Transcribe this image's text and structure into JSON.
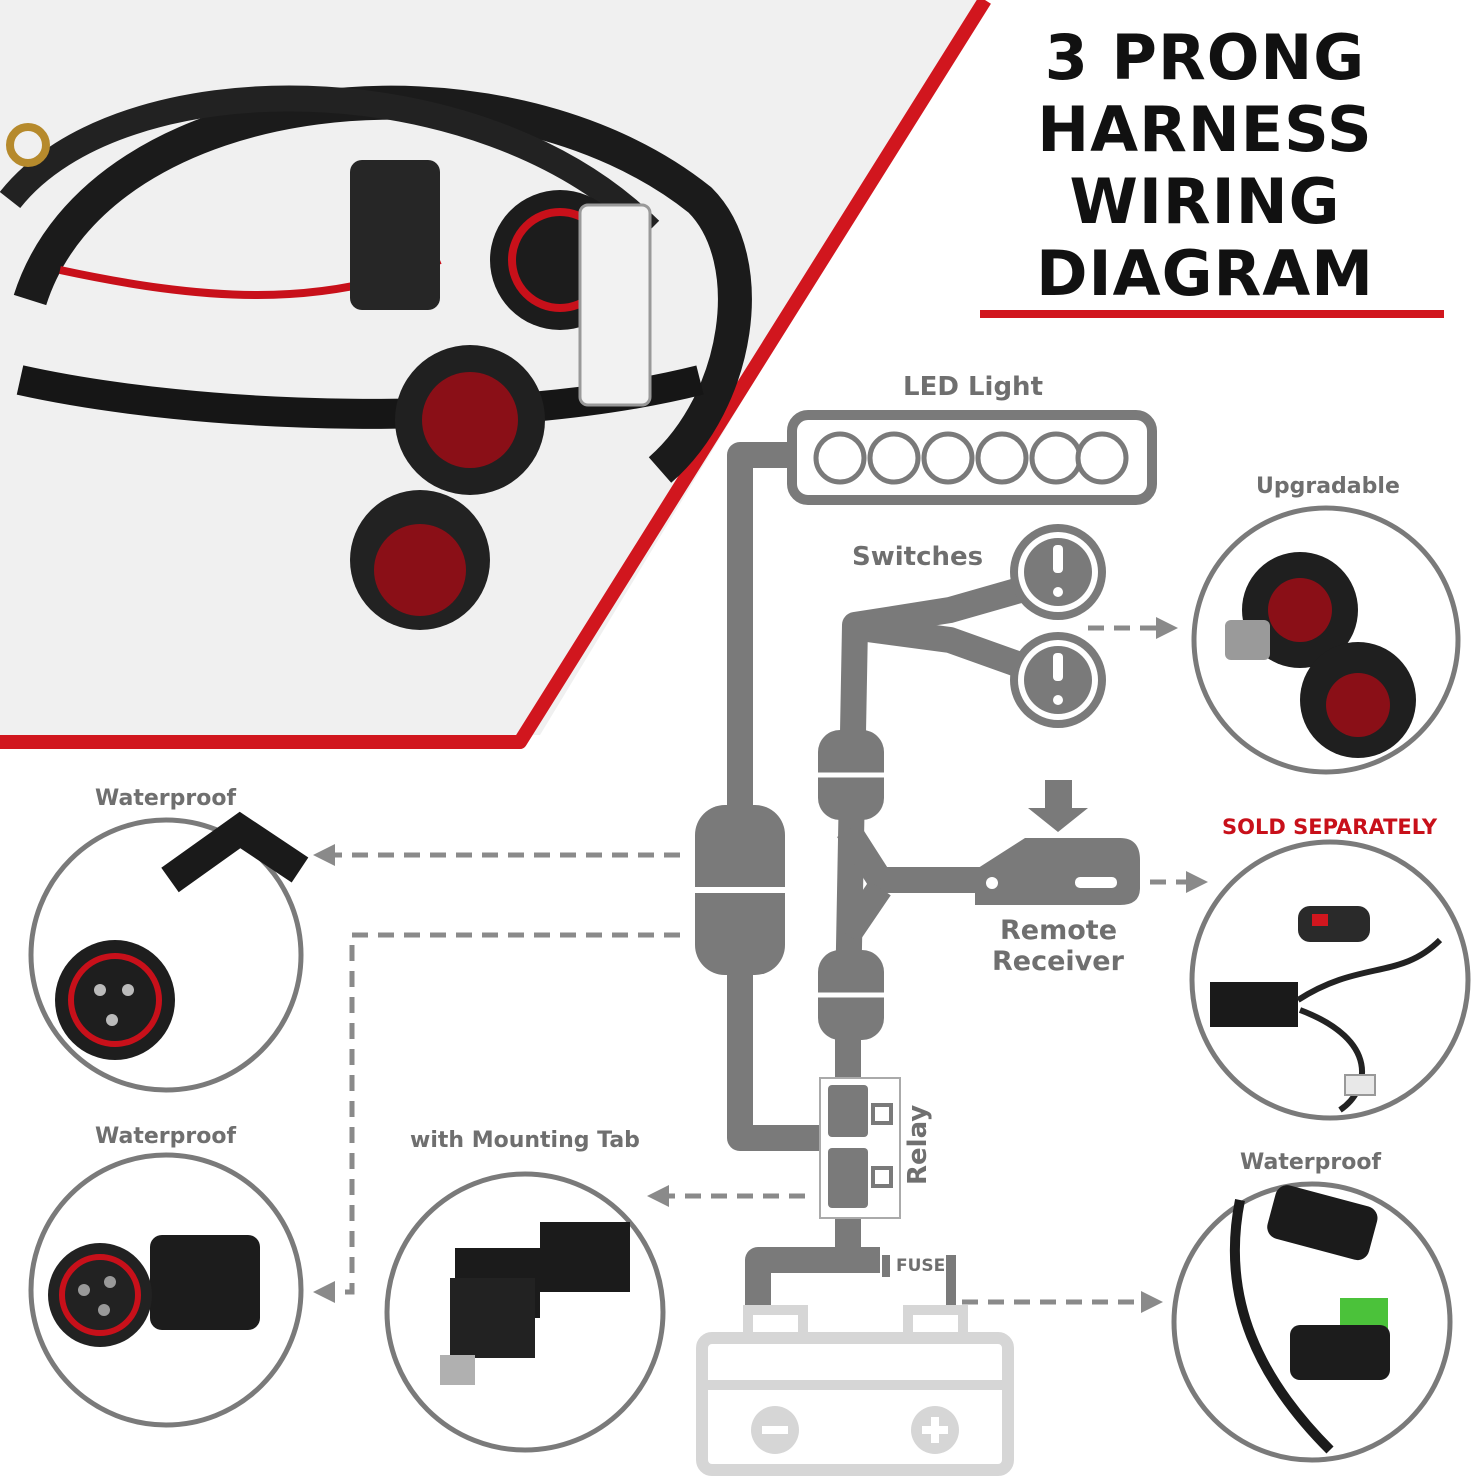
{
  "title": {
    "line1": "3 PRONG",
    "line2": "HARNESS",
    "line3": "WIRING",
    "line4": "DIAGRAM"
  },
  "labels": {
    "led_light": "LED Light",
    "switches": "Switches",
    "upgradable": "Upgradable",
    "waterproof_top": "Waterproof",
    "sold_separately": "SOLD SEPARATELY",
    "remote_receiver_line1": "Remote",
    "remote_receiver_line2": "Receiver",
    "waterproof_mid": "Waterproof",
    "mounting_tab": "with Mounting Tab",
    "relay": "Relay",
    "waterproof_fuse": "Waterproof",
    "fuse": "FUSE"
  },
  "colors": {
    "accent_red": "#d1161e",
    "diagram_gray": "#7a7a7a",
    "battery_gray": "#d6d6d6",
    "label_gray": "#6f6f6f"
  }
}
